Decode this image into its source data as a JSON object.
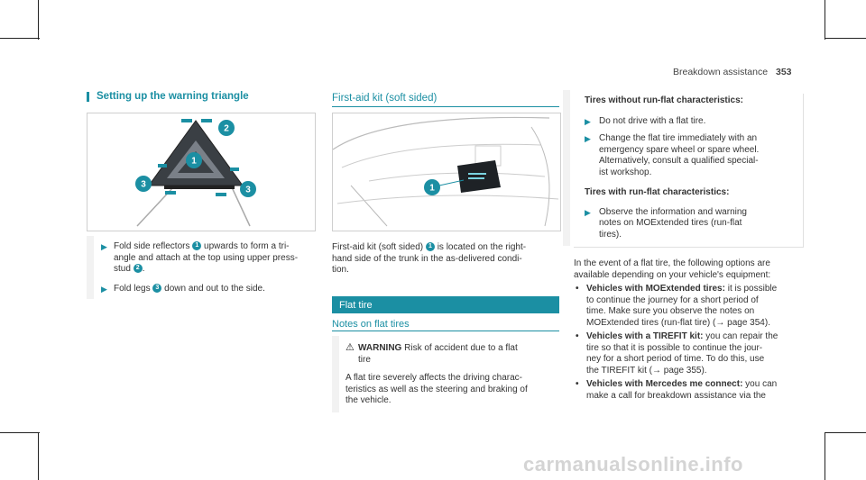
{
  "header": {
    "section": "Breakdown assistance",
    "page_number": "353"
  },
  "col1": {
    "title": "Setting up the warning triangle",
    "figure_callouts": [
      "2",
      "1",
      "3",
      "3"
    ],
    "steps": [
      {
        "pre": "Fold side reflectors ",
        "badge": "1",
        "post": " upwards to form a tri-",
        "line2": "angle and attach at the top using upper press-",
        "line3_pre": "stud ",
        "line3_badge": "2",
        "line3_post": "."
      },
      {
        "pre": "Fold legs ",
        "badge": "3",
        "post": " down and out to the side."
      }
    ]
  },
  "col2": {
    "title": "First-aid kit (soft sided)",
    "figure_callout": "1",
    "para": {
      "pre": "First-aid kit (soft sided) ",
      "badge": "1",
      "post": " is located on the right-",
      "line2": "hand side of the trunk in the as-delivered condi-",
      "line3": "tion."
    },
    "flat_tire_title": "Flat tire",
    "notes_title": "Notes on flat tires",
    "warning_label": "WARNING",
    "warning_l1": " Risk of accident due to a flat",
    "warning_l2": "tire",
    "warning_body": [
      "A flat tire severely affects the driving charac-",
      "teristics as well as the steering and braking of",
      "the vehicle."
    ]
  },
  "col3": {
    "box_title1": "Tires without run-flat characteristics:",
    "box_steps1": [
      [
        "Do not drive with a flat tire."
      ],
      [
        "Change the flat tire immediately with an",
        "emergency spare wheel or spare wheel.",
        "Alternatively, consult a qualified special-",
        "ist workshop."
      ]
    ],
    "box_title2": "Tires with run-flat characteristics:",
    "box_steps2": [
      [
        "Observe the information and warning",
        "notes on MOExtended tires (run-flat",
        "tires)."
      ]
    ],
    "intro": [
      "In the event of a flat tire, the following options are",
      "available depending on your vehicle's equipment:"
    ],
    "bullets": [
      {
        "bold": "Vehicles with MOExtended tires:",
        "lines": [
          " it is possible",
          "to continue the journey for a short period of",
          "time. Make sure you observe the notes on",
          "MOExtended tires (run-flat tire) (→ page 354)."
        ]
      },
      {
        "bold": "Vehicles with a TIREFIT kit:",
        "lines": [
          " you can repair the",
          "tire so that it is possible to continue the jour-",
          "ney for a short period of time. To do this, use",
          "the TIREFIT kit (→ page 355)."
        ]
      },
      {
        "bold": "Vehicles with Mercedes me connect:",
        "lines": [
          " you can",
          "make a call for breakdown assistance via the"
        ]
      }
    ]
  },
  "watermark": "carmanualsonline.info"
}
